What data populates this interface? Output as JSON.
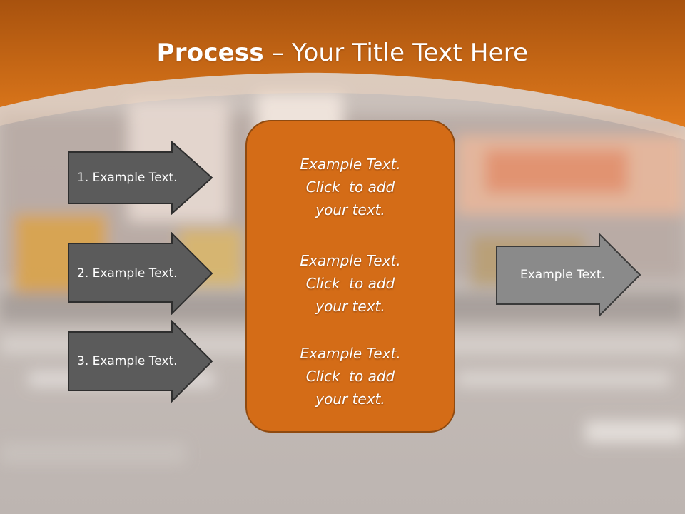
{
  "slide": {
    "title_bold": "Process",
    "title_dash": " – ",
    "title_rest": "Your Title Text Here"
  },
  "inputs": [
    {
      "label": "1. Example Text."
    },
    {
      "label": "2. Example Text."
    },
    {
      "label": "3. Example Text."
    }
  ],
  "center_box": {
    "paragraphs": [
      {
        "line1": "Example Text.",
        "line2": "Click  to add",
        "line3": "your text."
      },
      {
        "line1": "Example Text.",
        "line2": "Click  to add",
        "line3": "your text."
      },
      {
        "line1": "Example Text.",
        "line2": "Click  to add",
        "line3": "your text."
      }
    ]
  },
  "output": {
    "label": "Example Text."
  },
  "colors": {
    "header_orange": "#d8711a",
    "box_orange": "#d46c17",
    "box_border": "#8f4a10",
    "dark_arrow": "#5b5b5b",
    "light_arrow": "#8a8a8a",
    "arrow_border": "#2e2e2e"
  }
}
